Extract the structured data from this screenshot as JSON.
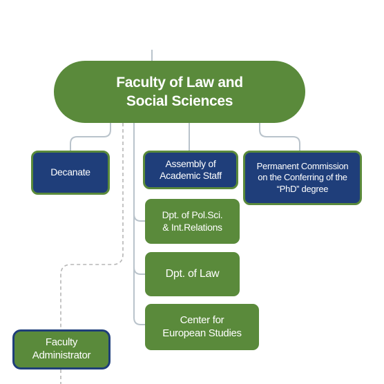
{
  "diagram": {
    "root": {
      "label": "Faculty of Law and\nSocial Sciences"
    },
    "nodes": {
      "decanate": "Decanate",
      "assembly": "Assembly of\nAcademic Staff",
      "phd_commission": "Permanent Commission\non the Conferring of the\n“PhD” degree",
      "dpt_pol": "Dpt. of Pol.Sci.\n& Int.Relations",
      "dpt_law": "Dpt. of Law",
      "center": "Center for\nEuropean Studies",
      "administrator": "Faculty\nAdministrator"
    },
    "colors": {
      "green": "#5a8a3b",
      "navy": "#1f3e7a",
      "connector": "#b9c3cb",
      "dashed_connector": "#b5b5b5"
    }
  }
}
